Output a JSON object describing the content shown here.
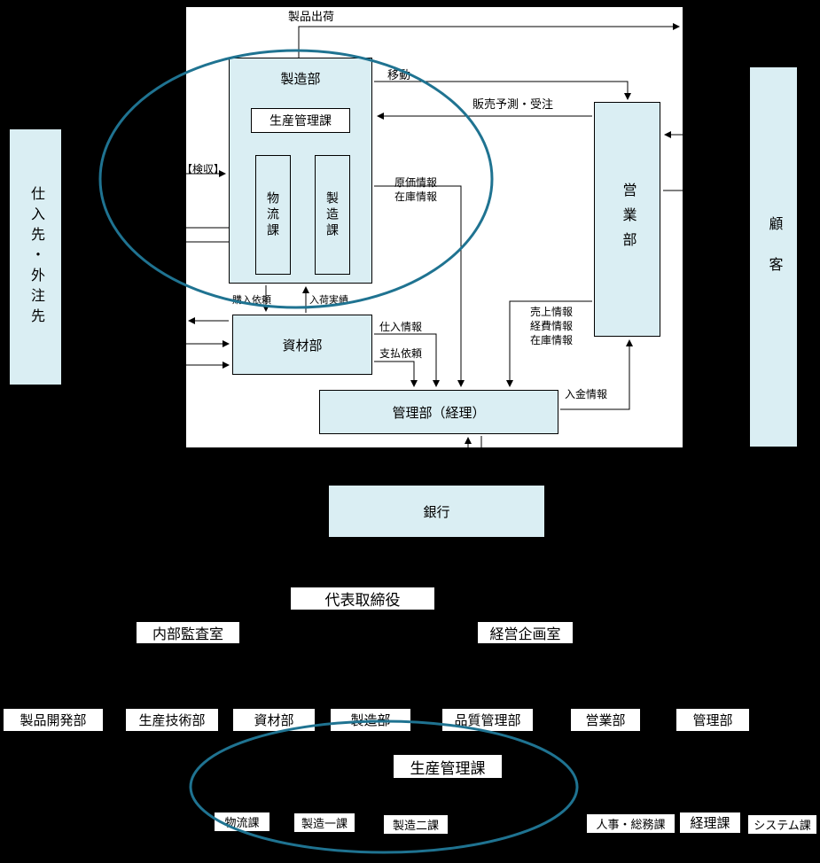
{
  "colors": {
    "box_fill": "#DAEEF3",
    "box_border": "#000000",
    "ellipse_stroke": "#1F7391",
    "background": "#000000",
    "diagram_background": "#FFFFFF"
  },
  "flow": {
    "boxes": {
      "supplier": "仕入先・外注先",
      "manufacturing_dept": "製造部",
      "production_control": "生産管理課",
      "logistics": "物流課",
      "manufacturing_section": "製造課",
      "sales_dept": "営業部",
      "customer": "顧客",
      "materials_dept": "資材部",
      "admin_dept": "管理部（経理）",
      "bank": "銀行"
    },
    "labels": {
      "product_shipping": "製品出荷",
      "move": "移動",
      "sales_forecast_order": "販売予測・受注",
      "inspection": "【検収】",
      "cost_info": "原価情報",
      "inventory_info": "在庫情報",
      "purchase_request": "購入依頼",
      "arrival_results": "入荷実績",
      "purchase_info": "仕入情報",
      "payment_request": "支払依頼",
      "sales_info": "売上情報",
      "expense_info": "経費情報",
      "inventory_info_2": "在庫情報",
      "deposit_info": "入金情報"
    }
  },
  "org": {
    "ceo": "代表取締役",
    "audit_office": "内部監査室",
    "planning_office": "経営企画室",
    "departments": [
      "製品開発部",
      "生産技術部",
      "資材部",
      "製造部",
      "品質管理部",
      "営業部",
      "管理部"
    ],
    "production_control": "生産管理課",
    "manufacturing_sections": [
      "物流課",
      "製造一課",
      "製造二課"
    ],
    "admin_sections": [
      "人事・総務課",
      "経理課",
      "システム課"
    ]
  }
}
